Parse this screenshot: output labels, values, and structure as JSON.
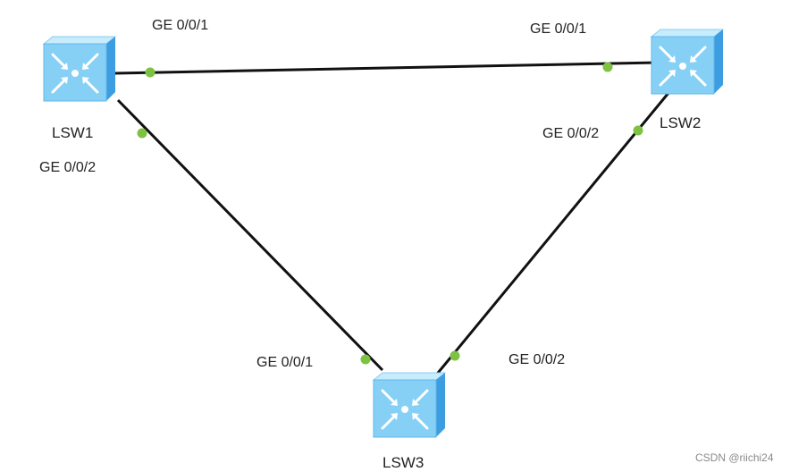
{
  "diagram": {
    "switches": [
      {
        "id": "LSW1",
        "label": "LSW1"
      },
      {
        "id": "LSW2",
        "label": "LSW2"
      },
      {
        "id": "LSW3",
        "label": "LSW3"
      }
    ],
    "links": [
      {
        "from": "LSW1",
        "from_port": "GE 0/0/1",
        "to": "LSW2",
        "to_port": "GE 0/0/1"
      },
      {
        "from": "LSW1",
        "from_port": "GE 0/0/2",
        "to": "LSW3",
        "to_port": "GE 0/0/1"
      },
      {
        "from": "LSW2",
        "from_port": "GE 0/0/2",
        "to": "LSW3",
        "to_port": "GE 0/0/2"
      }
    ]
  },
  "watermark": "CSDN @riichi24",
  "colors": {
    "link": "#111111",
    "port_dot": "#7dc242",
    "switch_top": "#bfe6fb",
    "switch_front": "#7ccaf2",
    "switch_side": "#3d9fe0"
  }
}
